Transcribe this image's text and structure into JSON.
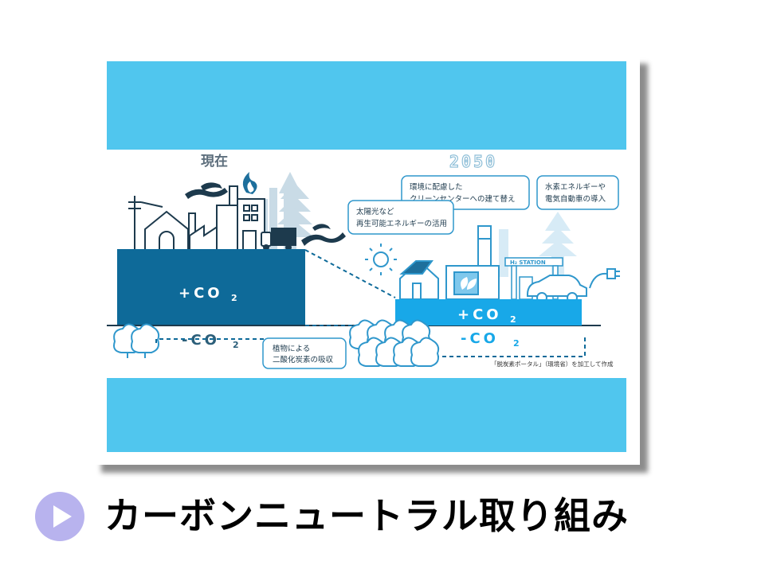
{
  "slide": {
    "caption": "カーボンニュートラル取り組み",
    "colors": {
      "band": "#50c6ee",
      "present_block": "#0e6a99",
      "future_block": "#18a8e8",
      "play": "#b8b3ee"
    }
  },
  "illustration": {
    "present_label": "現在",
    "future_label": "2050",
    "present_plus": "+CO",
    "present_plus_sub": "2",
    "present_minus": "-CO",
    "present_minus_sub": "2",
    "future_plus": "+CO",
    "future_plus_sub": "2",
    "future_minus": "-CO",
    "future_minus_sub": "2",
    "callouts": {
      "clean_center": [
        "環境に配慮した",
        "クリーンセンターへの建て替え"
      ],
      "hydrogen": [
        "水素エネルギーや",
        "電気自動車の導入"
      ],
      "solar": [
        "太陽光など",
        "再生可能エネルギーの活用"
      ],
      "absorption": [
        "植物による",
        "二酸化炭素の吸収"
      ]
    },
    "h2_station": "H₂ STATION",
    "source": "「脱炭素ポータル」（環境省）を加工して作成"
  }
}
